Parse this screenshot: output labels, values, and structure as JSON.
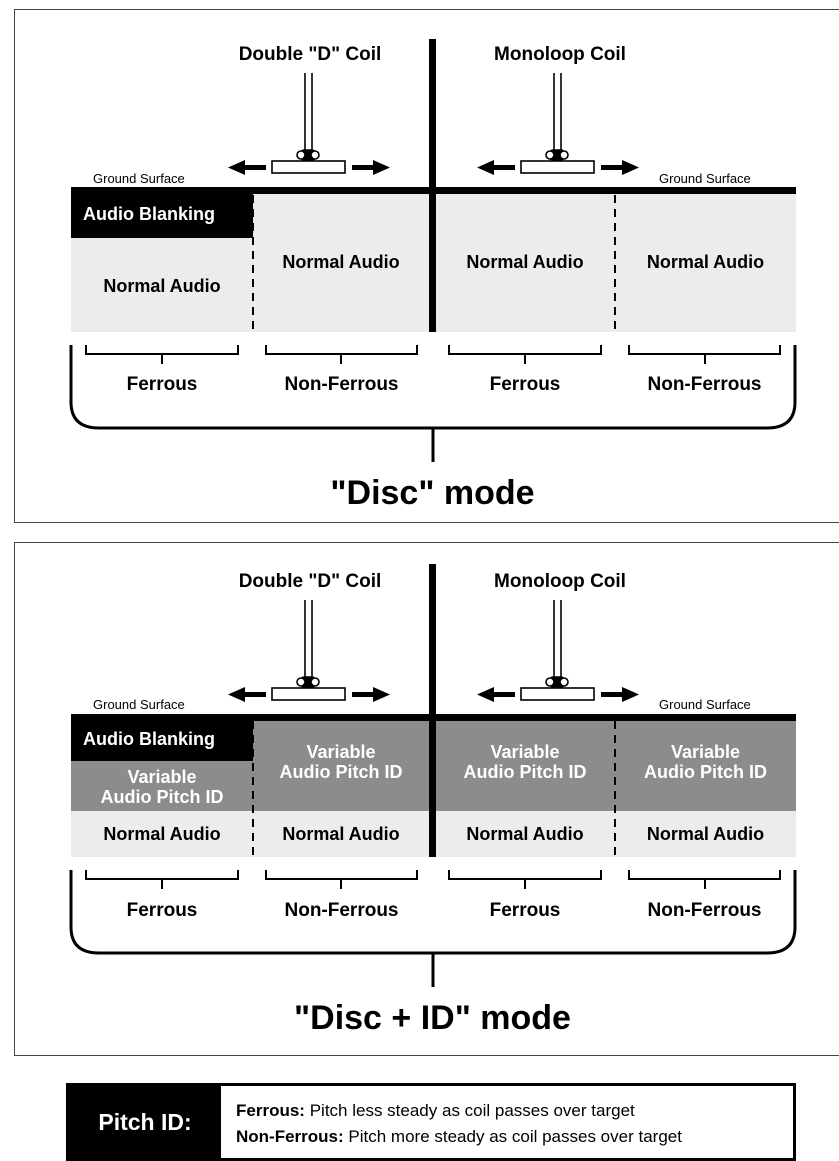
{
  "panels": [
    {
      "coil_left": "Double \"D\" Coil",
      "coil_right": "Monoloop Coil",
      "ground_left": "Ground Surface",
      "ground_right": "Ground Surface",
      "audio_blanking": "Audio Blanking",
      "zones": [
        "Normal Audio",
        "Normal Audio",
        "Normal Audio",
        "Normal Audio"
      ],
      "brackets": [
        "Ferrous",
        "Non-Ferrous",
        "Ferrous",
        "Non-Ferrous"
      ],
      "mode": "\"Disc\" mode"
    },
    {
      "coil_left": "Double \"D\" Coil",
      "coil_right": "Monoloop Coil",
      "ground_left": "Ground Surface",
      "ground_right": "Ground Surface",
      "audio_blanking": "Audio Blanking",
      "variable_line1": "Variable",
      "variable_line2": "Audio Pitch ID",
      "normal": "Normal Audio",
      "brackets": [
        "Ferrous",
        "Non-Ferrous",
        "Ferrous",
        "Non-Ferrous"
      ],
      "mode": "\"Disc + ID\" mode"
    }
  ],
  "legend": {
    "title": "Pitch ID:",
    "ferrous_label": "Ferrous:",
    "ferrous_text": "Pitch less steady as coil passes over target",
    "nonferrous_label": "Non-Ferrous:",
    "nonferrous_text": "Pitch more steady as coil passes over target"
  },
  "colors": {
    "zone_light": "#ececec",
    "zone_dark": "#8c8c8c",
    "blanking": "#000000"
  }
}
